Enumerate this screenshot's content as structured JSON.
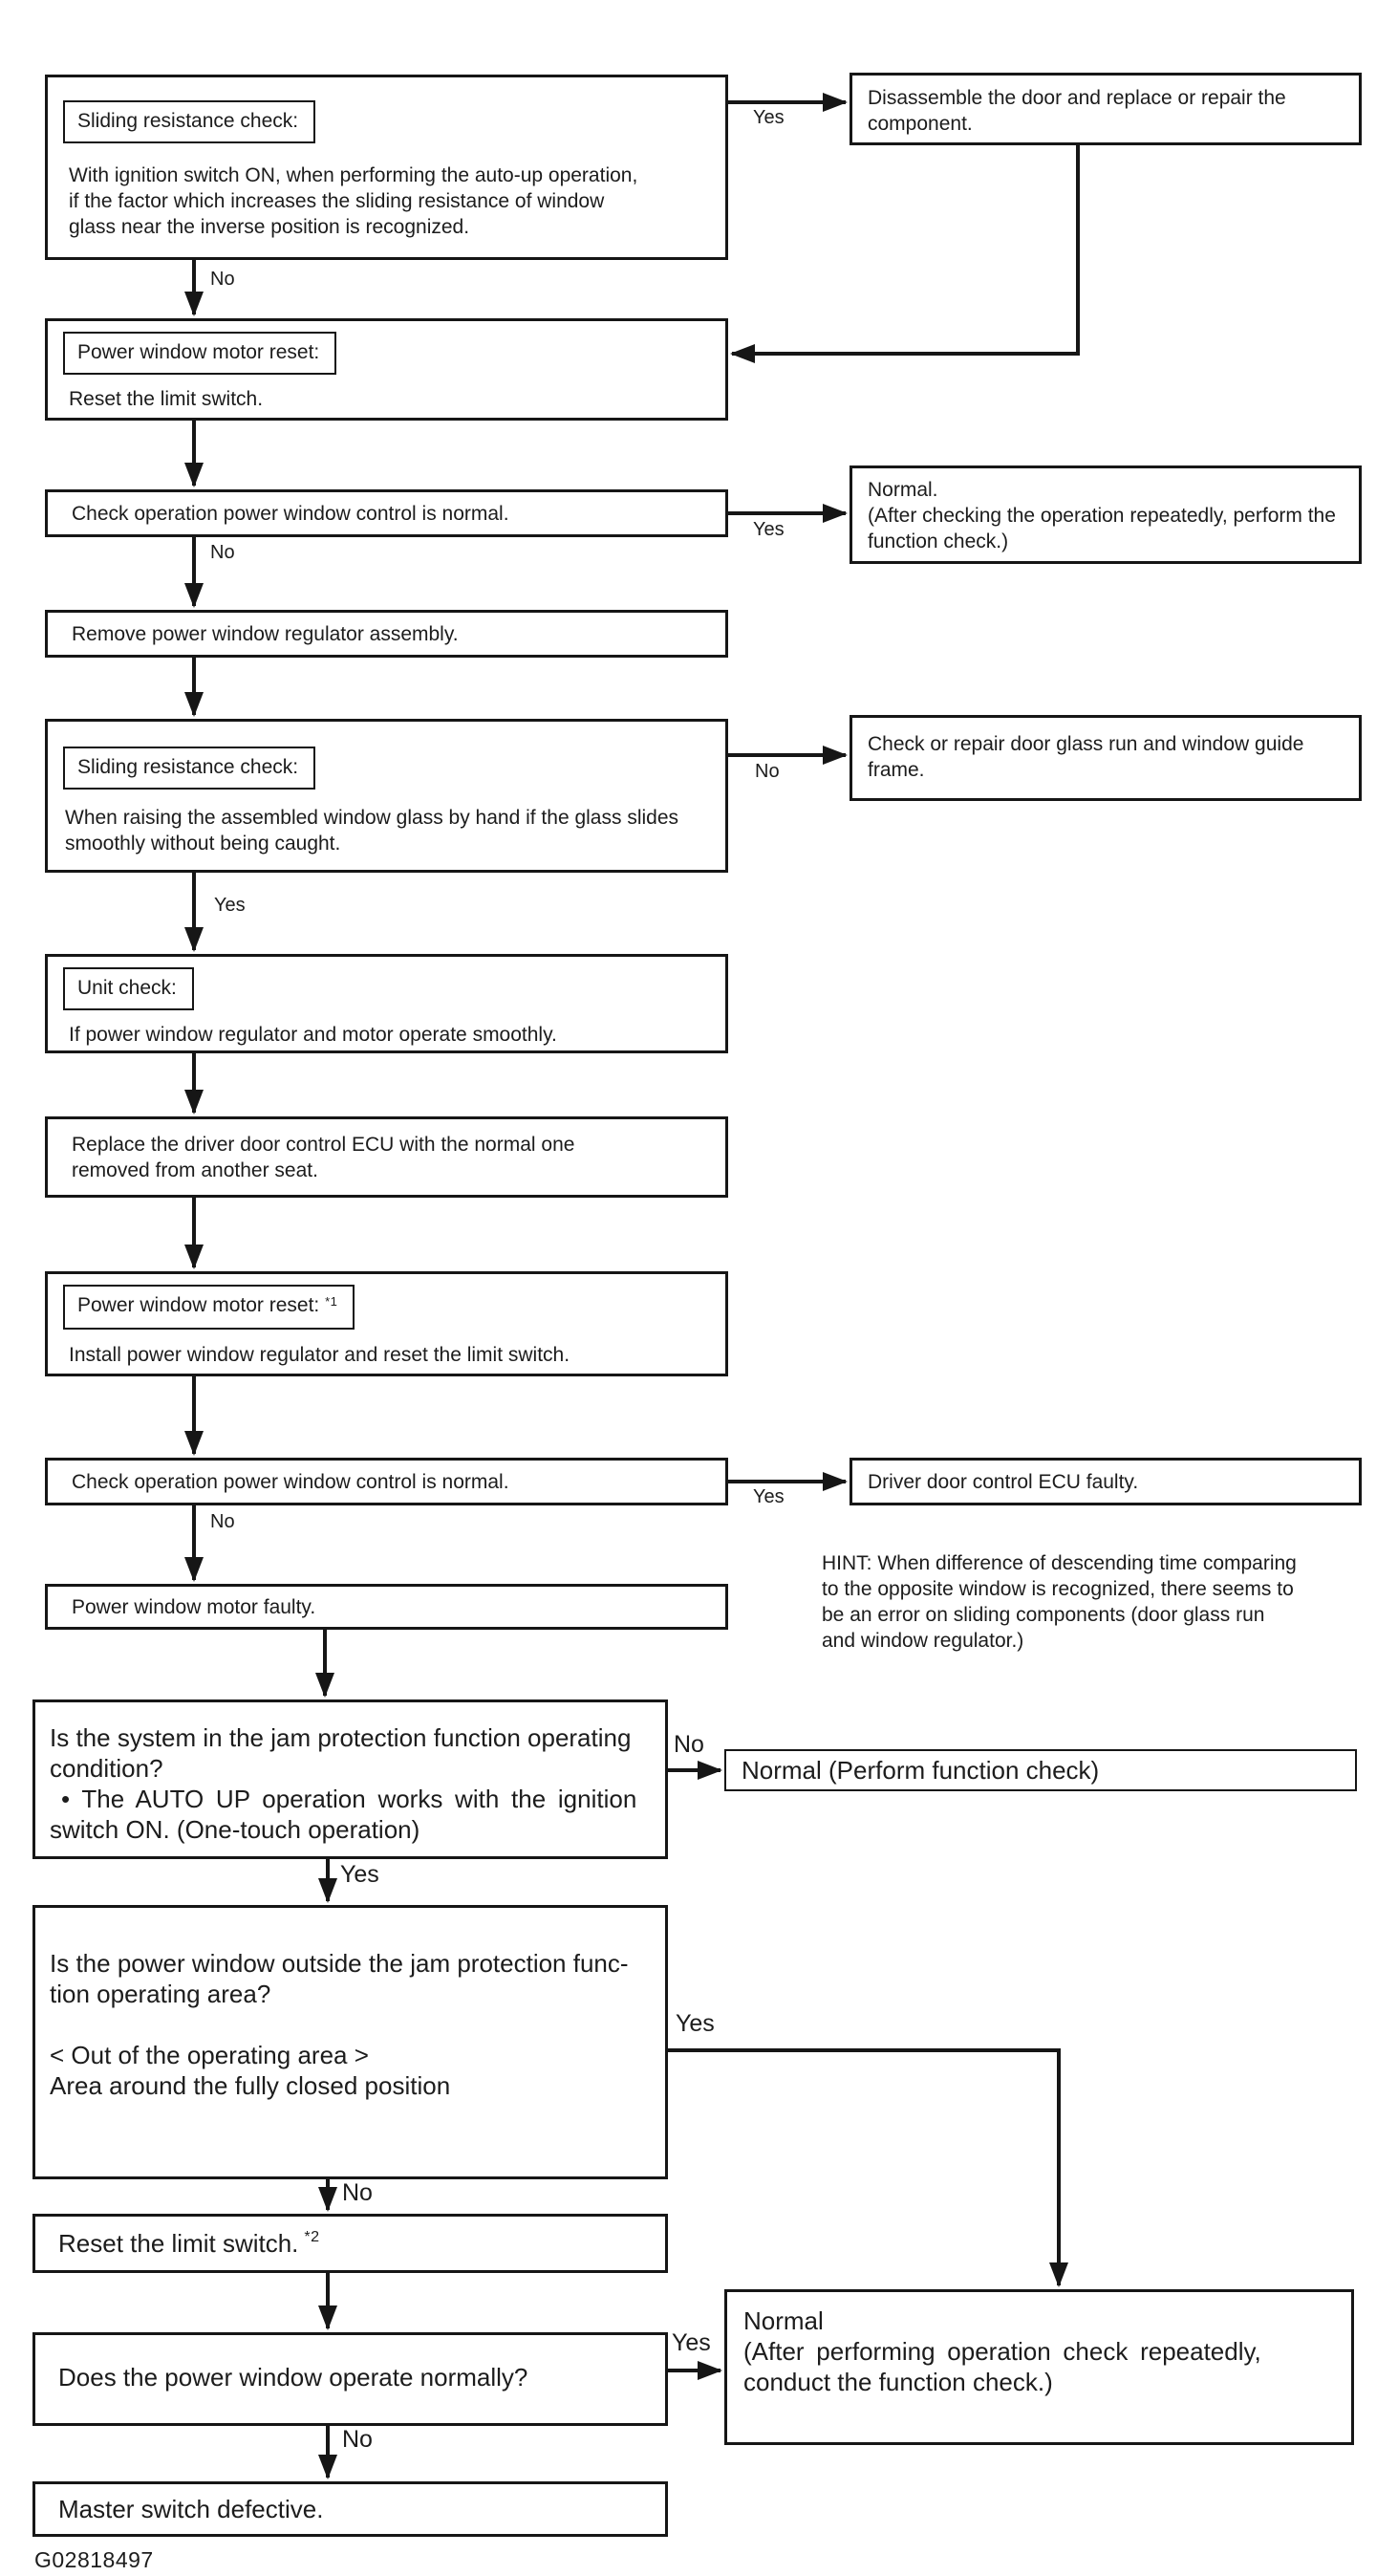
{
  "labels": {
    "yes": "Yes",
    "no": "No"
  },
  "figure": {
    "code": "G02818497"
  },
  "nodes": {
    "sliding_check_1": {
      "title": "Sliding  resistance check:",
      "body": "With ignition switch ON, when performing the auto-up operation,\nif the factor which increases the sliding resistance of window\nglass near the inverse position is recognized."
    },
    "disassemble": {
      "body": "Disassemble the door and replace or repair the\ncomponent."
    },
    "motor_reset_1": {
      "title": "Power window motor reset:",
      "body": "Reset the limit switch."
    },
    "check_op_1": {
      "body": "Check operation power window control is normal."
    },
    "normal_1": {
      "body": "Normal.\n(After checking the operation repeatedly, perform the\nfunction check.)"
    },
    "remove_regulator": {
      "body": "Remove power window regulator assembly."
    },
    "sliding_check_2": {
      "title": "Sliding  resistance check:",
      "body": "When raising the assembled window glass by hand if the glass slides\nsmoothly without being caught."
    },
    "check_repair": {
      "body": "Check or repair door glass run and window guide\nframe."
    },
    "unit_check": {
      "title": "Unit check:",
      "body": "If power window regulator and motor operate smoothly."
    },
    "replace_ecu": {
      "body": "Replace the driver door control ECU with the normal one\nremoved from another seat."
    },
    "motor_reset_2": {
      "title": "Power window motor reset:",
      "sup": "*1",
      "body": "Install power window regulator and reset the limit switch."
    },
    "check_op_2": {
      "body": "Check operation power window control is normal."
    },
    "ecu_faulty": {
      "body": "Driver door control ECU faulty."
    },
    "motor_faulty": {
      "body": "Power window motor faulty."
    },
    "hint": {
      "body": "HINT: When difference of descending time comparing\nto the opposite window is recognized, there seems to\nbe an error on sliding components (door glass run\nand window regulator.)"
    },
    "jam_condition": {
      "lines": [
        "Is the system in the jam protection function operating",
        "condition?",
        "• The AUTO UP operation works with the ignition",
        "switch ON. (One-touch operation)"
      ]
    },
    "normal_2": {
      "body": "Normal (Perform function check)"
    },
    "jam_area": {
      "body": "Is the power window outside the jam protection func-\ntion operating area?\n\n< Out of the operating area >\nArea around the fully closed position"
    },
    "reset_limit": {
      "body": "Reset the limit switch.",
      "sup": "*2"
    },
    "operate_normally": {
      "body": "Does the power window operate normally?"
    },
    "normal_3": {
      "lines": [
        "Normal",
        "(After performing operation check repeatedly,",
        "conduct the function check.)"
      ]
    },
    "master_switch": {
      "body": "Master switch defective."
    }
  },
  "colors": {
    "line": "#161616",
    "background": "#ffffff",
    "text": "#1c1c1c"
  }
}
